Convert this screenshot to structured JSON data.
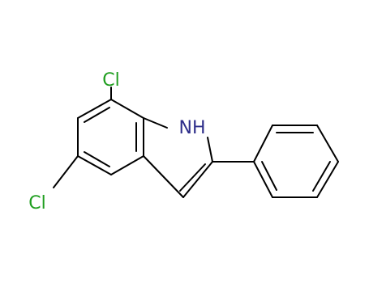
{
  "molecule": {
    "atoms": {
      "cl7": "Cl",
      "nh": "NH",
      "cl5": "Cl"
    },
    "colors": {
      "bond": "#000000",
      "chlorine": "#1f9e1f",
      "nitrogen": "#2e2e8a"
    }
  }
}
